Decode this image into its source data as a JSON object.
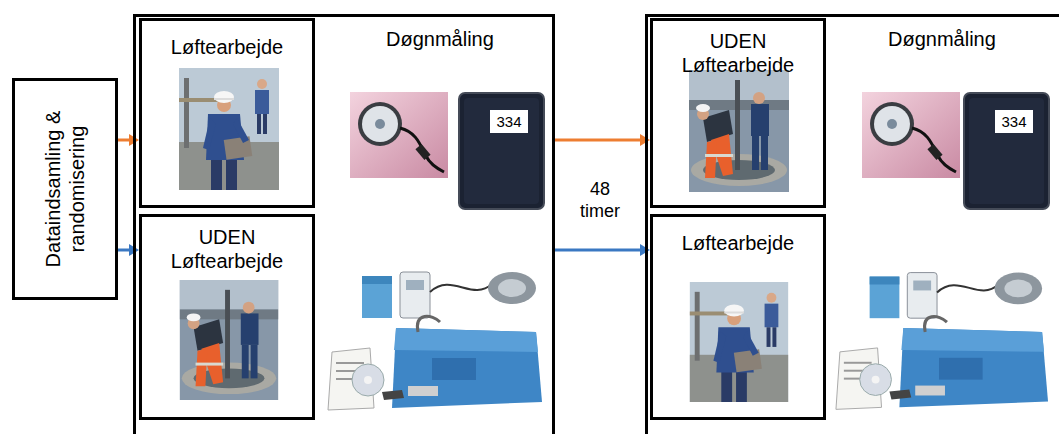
{
  "diagram": {
    "nodes": [
      {
        "text": [
          "Dataindsamling & randomisering"
        ]
      },
      {
        "text": [
          "Døgnmåling"
        ]
      },
      {
        "text": [
          "Løftearbejde"
        ],
        "in": 1
      },
      {
        "text": [
          "UDEN Løftearbejde"
        ],
        "in": 1
      },
      {
        "text": [
          "Døgnmåling"
        ]
      },
      {
        "text": [
          "UDEN Løftearbejde"
        ],
        "in": 4
      },
      {
        "text": [
          "Løftearbejde"
        ],
        "in": 4
      }
    ],
    "edges": [
      {
        "from": 0,
        "to": 2,
        "arrow": "to"
      },
      {
        "from": 0,
        "to": 3,
        "arrow": "to"
      },
      {
        "from": 1,
        "to": 5,
        "arrow": "to"
      },
      {
        "from": 1,
        "to": 6,
        "arrow": "to"
      }
    ],
    "labels": [
      "48 timer",
      "334",
      "334"
    ]
  }
}
